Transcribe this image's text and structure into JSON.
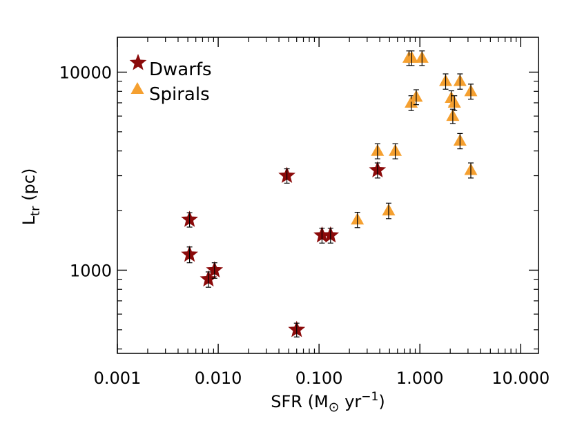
{
  "chart_data": {
    "type": "scatter",
    "xlabel": "SFR (M",
    "xlabel_sub": "⊙",
    "xlabel_rest": " yr",
    "xlabel_sup": "−1",
    "xlabel_end": ")",
    "ylabel": "L",
    "ylabel_sub": "tr",
    "ylabel_rest": " (pc)",
    "xscale": "log",
    "yscale": "log",
    "xlim": [
      0.001,
      15
    ],
    "ylim": [
      380,
      15000
    ],
    "xticks": [
      {
        "value": 0.001,
        "label": "0.001"
      },
      {
        "value": 0.01,
        "label": "0.010"
      },
      {
        "value": 0.1,
        "label": "0.100"
      },
      {
        "value": 1,
        "label": "1.000"
      },
      {
        "value": 10,
        "label": "10.000"
      }
    ],
    "yticks": [
      {
        "value": 1000,
        "label": "1000"
      },
      {
        "value": 10000,
        "label": "10000"
      }
    ],
    "grid": false,
    "legend_position": "top-left",
    "series": [
      {
        "name": "Dwarfs",
        "marker": "star",
        "color": "#8b0a0a",
        "points": [
          {
            "x": 0.0052,
            "y": 1800,
            "err": 150
          },
          {
            "x": 0.0052,
            "y": 1200,
            "err": 110
          },
          {
            "x": 0.008,
            "y": 900,
            "err": 80
          },
          {
            "x": 0.0092,
            "y": 1000,
            "err": 90
          },
          {
            "x": 0.048,
            "y": 3000,
            "err": 250
          },
          {
            "x": 0.06,
            "y": 500,
            "err": 40
          },
          {
            "x": 0.107,
            "y": 1500,
            "err": 130
          },
          {
            "x": 0.13,
            "y": 1500,
            "err": 130
          },
          {
            "x": 0.38,
            "y": 3200,
            "err": 280
          }
        ]
      },
      {
        "name": "Spirals",
        "marker": "triangle",
        "color": "#f5a030",
        "points": [
          {
            "x": 0.24,
            "y": 1800,
            "err": 160
          },
          {
            "x": 0.38,
            "y": 4000,
            "err": 350
          },
          {
            "x": 0.49,
            "y": 2000,
            "err": 180
          },
          {
            "x": 0.57,
            "y": 4000,
            "err": 350
          },
          {
            "x": 0.78,
            "y": 11800,
            "err": 1000
          },
          {
            "x": 0.83,
            "y": 11800,
            "err": 1000
          },
          {
            "x": 1.05,
            "y": 11800,
            "err": 1000
          },
          {
            "x": 0.82,
            "y": 7000,
            "err": 600
          },
          {
            "x": 0.92,
            "y": 7500,
            "err": 650
          },
          {
            "x": 1.8,
            "y": 9000,
            "err": 800
          },
          {
            "x": 2.05,
            "y": 7400,
            "err": 650
          },
          {
            "x": 2.2,
            "y": 7000,
            "err": 600
          },
          {
            "x": 2.12,
            "y": 6000,
            "err": 500
          },
          {
            "x": 2.5,
            "y": 9000,
            "err": 800
          },
          {
            "x": 2.5,
            "y": 4500,
            "err": 400
          },
          {
            "x": 3.2,
            "y": 8000,
            "err": 700
          },
          {
            "x": 3.2,
            "y": 3200,
            "err": 280
          }
        ]
      }
    ]
  }
}
